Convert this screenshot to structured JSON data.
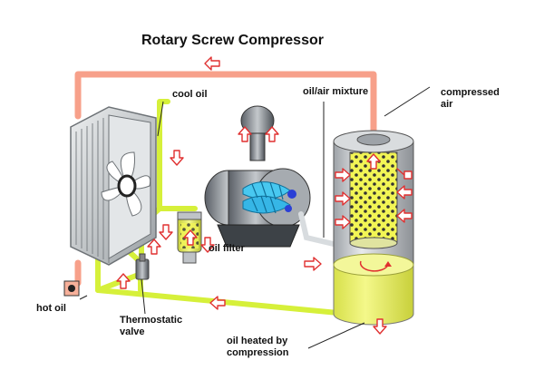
{
  "title": "Rotary Screw Compressor",
  "labels": {
    "cool_oil": "cool oil",
    "oil_air_mixture": "oil/air mixture",
    "compressed_air_line1": "compressed",
    "compressed_air_line2": "air",
    "oil_filter": "oil filter",
    "hot_oil": "hot oil",
    "thermostatic_line1": "Thermostatic",
    "thermostatic_line2": "valve",
    "heated_line1": "oil heated by",
    "heated_line2": "compression"
  },
  "colors": {
    "hot_pipe": "#f7a08a",
    "oil_pipe": "#d6f03a",
    "arrow": "#e03030",
    "tank_oil": "#e6f060",
    "tank_body": "#c9ccd0"
  }
}
